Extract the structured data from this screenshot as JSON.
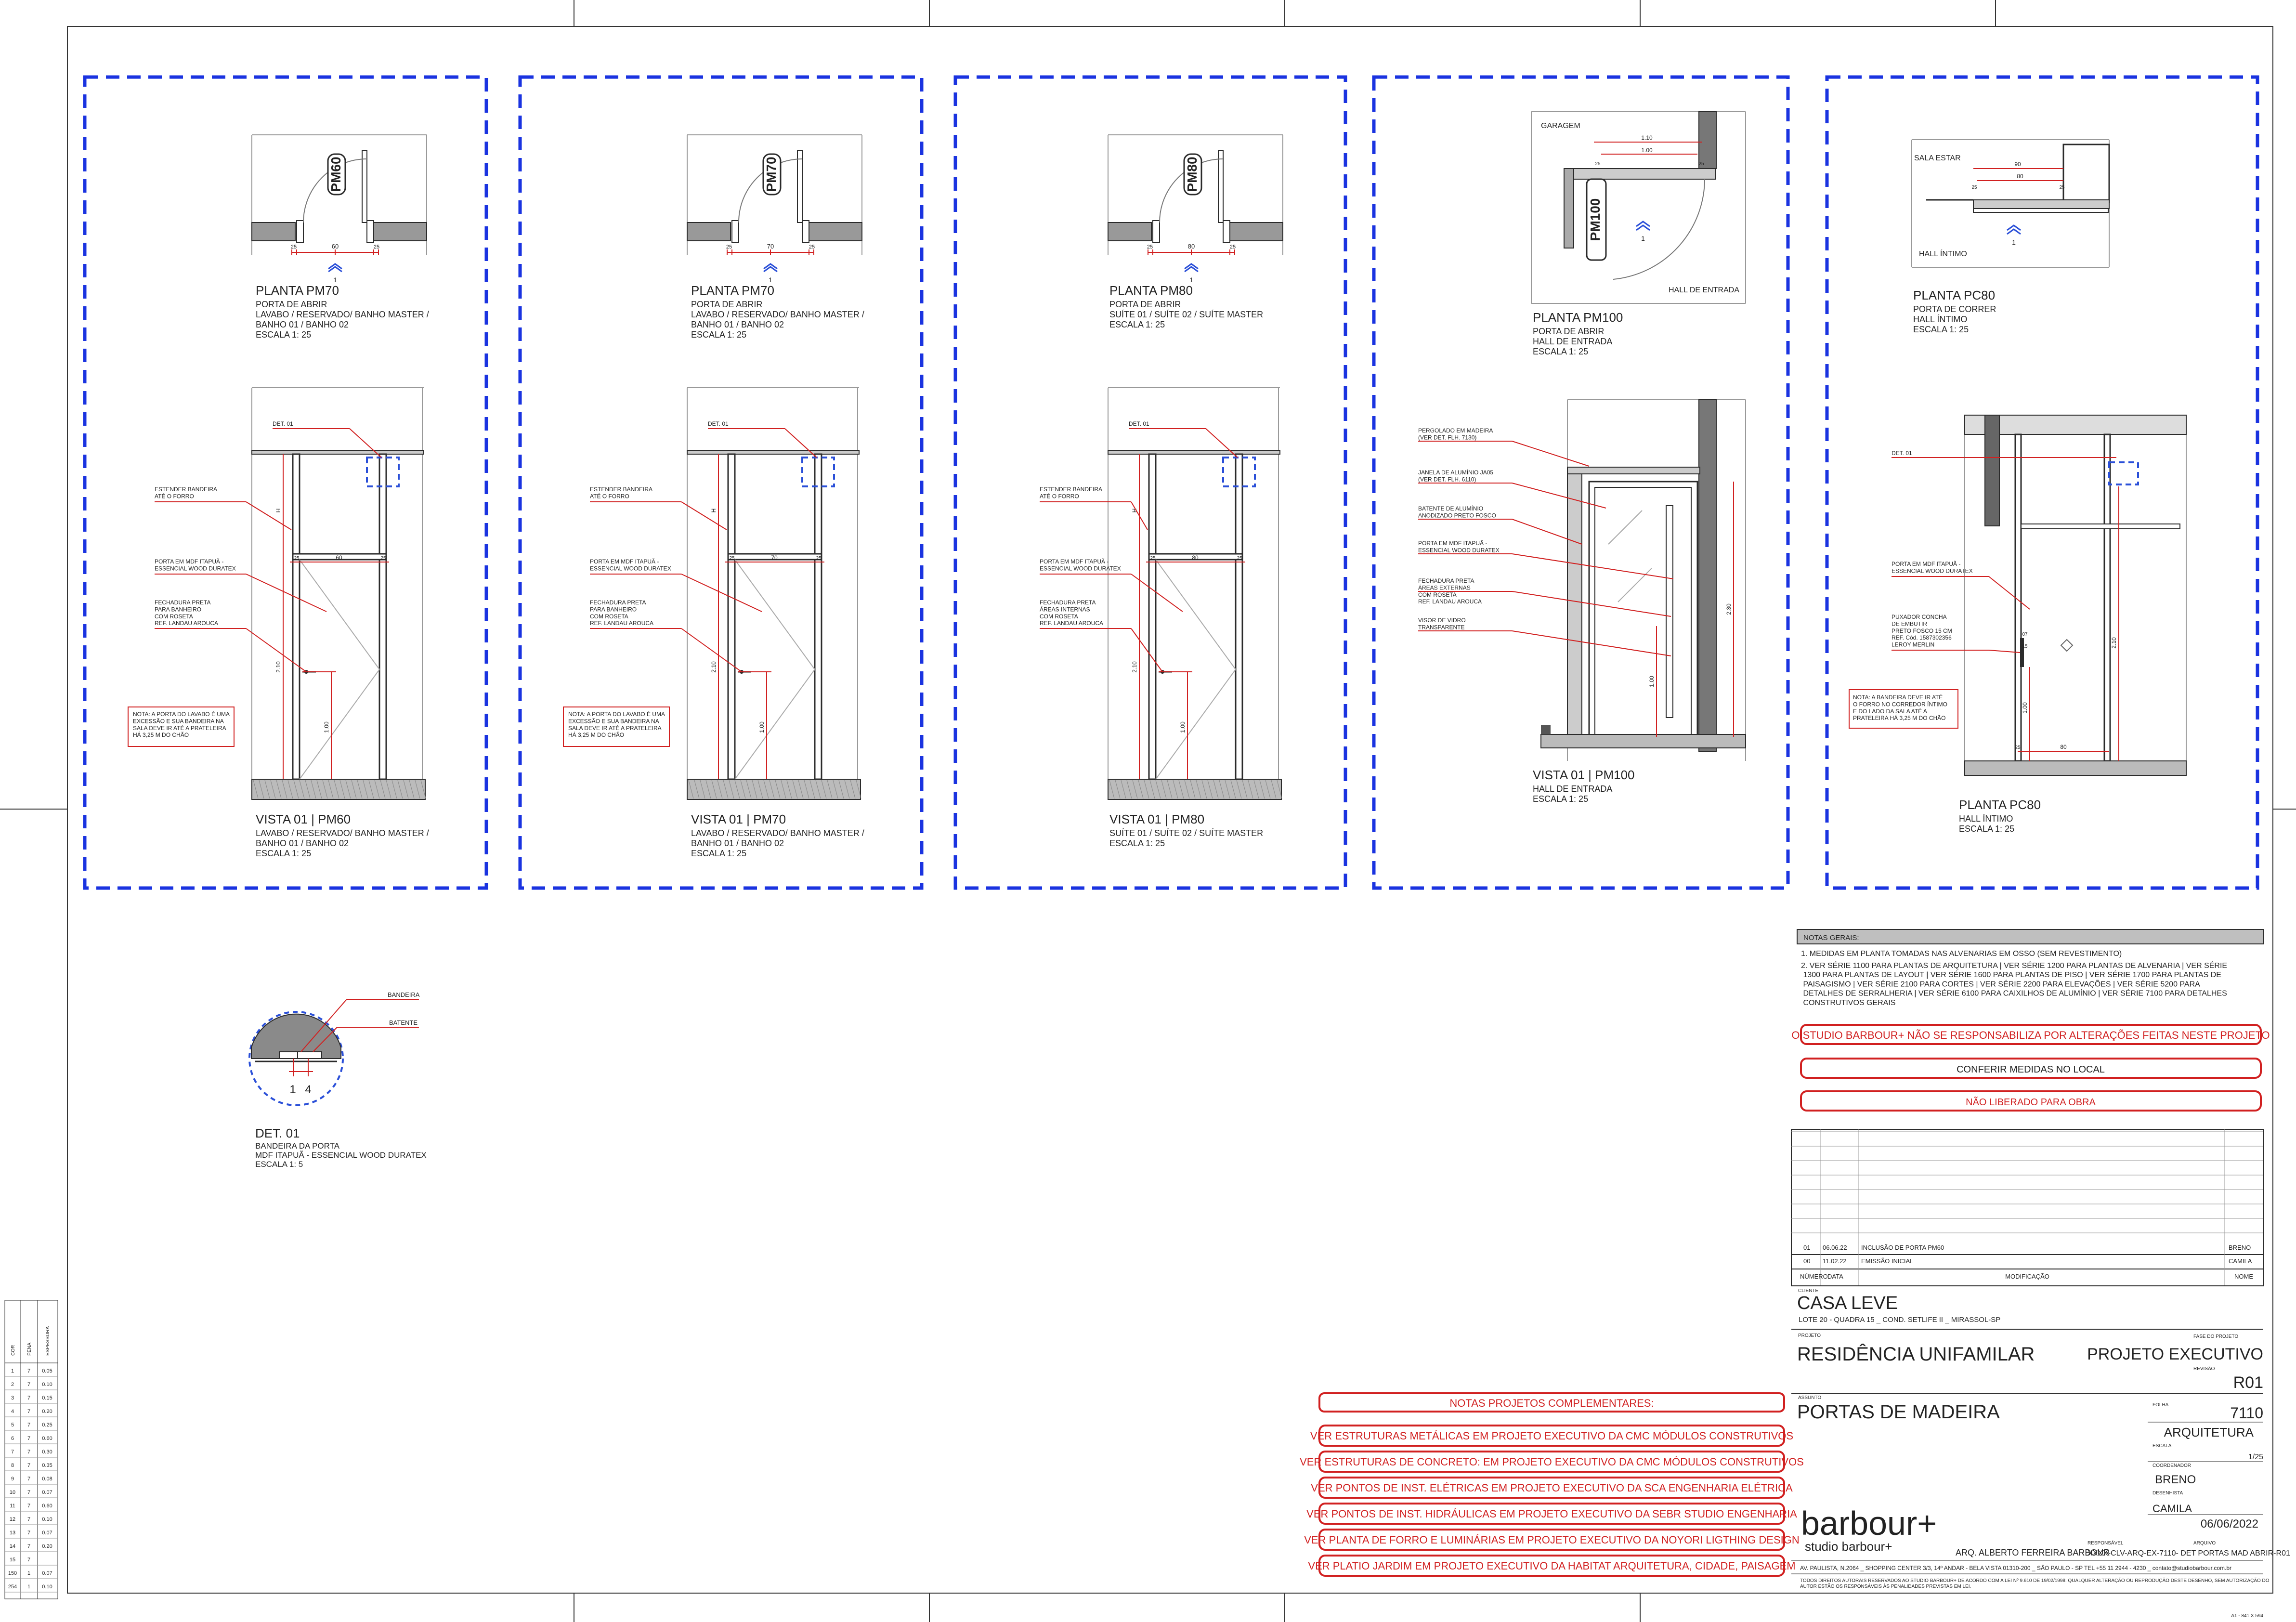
{
  "colors": {
    "frame_blue": "#1a33e0",
    "annotation_red": "#d12020",
    "line_dark": "#2b2b2b",
    "hatch_gray": "#8a8a8a"
  },
  "panels": [
    {
      "plan": {
        "tag": "PM60",
        "dims": [
          "25",
          "60",
          "25"
        ],
        "section_no": "1",
        "title": "PLANTA  PM70",
        "lines": [
          "PORTA DE ABRIR",
          "LAVABO / RESERVADO/ BANHO MASTER /",
          "BANHO 01 / BANHO 02",
          "ESCALA 1: 25"
        ]
      },
      "elev": {
        "det": "DET. 01",
        "dims": [
          "25",
          "60",
          "25"
        ],
        "h_dims": [
          "2.10",
          "1.00",
          "H"
        ],
        "labels": [
          "ESTENDER BANDEIRA\nATÉ O FORRO",
          "PORTA EM MDF ITAPUÃ -\nESSENCIAL WOOD DURATEX",
          "FECHADURA PRETA\nPARA BANHEIRO\nCOM ROSETA\nREF. LANDAU AROUCA"
        ],
        "note": "NOTA: A PORTA DO LAVABO É UMA\nEXCESSÃO E SUA BANDEIRA NA\nSALA DEVE IR ATÉ A PRATELEIRA\nHÁ 3,25 M DO CHÃO",
        "title": "VISTA 01 | PM60",
        "lines": [
          "LAVABO / RESERVADO/ BANHO MASTER /",
          "BANHO 01 / BANHO 02",
          "ESCALA 1: 25"
        ]
      }
    },
    {
      "plan": {
        "tag": "PM70",
        "dims": [
          "25",
          "70",
          "25"
        ],
        "section_no": "1",
        "title": "PLANTA  PM70",
        "lines": [
          "PORTA DE ABRIR",
          "LAVABO / RESERVADO/ BANHO MASTER /",
          "BANHO 01 / BANHO 02",
          "ESCALA 1: 25"
        ]
      },
      "elev": {
        "det": "DET. 01",
        "dims": [
          "25",
          "70",
          "25"
        ],
        "h_dims": [
          "2.10",
          "1.00",
          "H"
        ],
        "labels": [
          "ESTENDER BANDEIRA\nATÉ O FORRO",
          "PORTA EM MDF ITAPUÃ -\nESSENCIAL WOOD DURATEX",
          "FECHADURA PRETA\nPARA BANHEIRO\nCOM ROSETA\nREF. LANDAU AROUCA"
        ],
        "note": "NOTA: A PORTA DO LAVABO É UMA\nEXCESSÃO E SUA BANDEIRA NA\nSALA DEVE IR ATÉ A PRATELEIRA\nHÁ 3,25 M DO CHÃO",
        "title": "VISTA 01 | PM70",
        "lines": [
          "LAVABO / RESERVADO/ BANHO MASTER /",
          "BANHO 01 / BANHO 02",
          "ESCALA 1: 25"
        ]
      }
    },
    {
      "plan": {
        "tag": "PM80",
        "dims": [
          "25",
          "80",
          "25"
        ],
        "section_no": "1",
        "title": "PLANTA  PM80",
        "lines": [
          "PORTA DE ABRIR",
          "SUÍTE 01 / SUÍTE 02 / SUÍTE MASTER",
          "ESCALA 1: 25"
        ]
      },
      "elev": {
        "det": "DET. 01",
        "dims": [
          "25",
          "80",
          "25"
        ],
        "h_dims": [
          "2.10",
          "1.00",
          "H"
        ],
        "labels": [
          "ESTENDER BANDEIRA\nATÉ O FORRO",
          "PORTA EM MDF ITAPUÃ -\nESSENCIAL WOOD DURATEX",
          "FECHADURA PRETA\nÁREAS INTERNAS\nCOM ROSETA\nREF. LANDAU AROUCA"
        ],
        "note": "",
        "title": "VISTA 01 | PM80",
        "lines": [
          "SUÍTE 01 / SUÍTE 02 / SUÍTE MASTER",
          "ESCALA 1: 25"
        ]
      }
    },
    {
      "plan": {
        "tag": "PM100",
        "dims": [
          "1.10",
          "1.00",
          "25",
          "25"
        ],
        "room_top": "GARAGEM",
        "room_bottom": "HALL DE ENTRADA",
        "section_no": "1",
        "title": "PLANTA  PM100",
        "lines": [
          "PORTA DE ABRIR",
          "HALL DE ENTRADA",
          "ESCALA 1: 25"
        ]
      },
      "elev": {
        "h_dims": [
          "2.30",
          "1.00"
        ],
        "labels": [
          "PERGOLADO EM MADEIRA\n(VER DET. FLH. 7130)",
          "JANELA DE ALUMÍNIO JA05\n(VER DET. FLH. 6110)",
          "BATENTE DE ALUMÍNIO\nANODIZADO PRETO FOSCO",
          "PORTA EM MDF ITAPUÃ -\nESSENCIAL WOOD DURATEX",
          "FECHADURA PRETA\nÁREAS EXTERNAS\nCOM ROSETA\nREF. LANDAU AROUCA",
          "VISOR DE VIDRO\nTRANSPARENTE"
        ],
        "title": "VISTA 01 | PM100",
        "lines": [
          "HALL DE ENTRADA",
          "ESCALA 1: 25"
        ]
      }
    },
    {
      "plan": {
        "tag": "",
        "dims": [
          "90",
          "80",
          "25",
          "25"
        ],
        "room_top": "SALA ESTAR",
        "room_bottom": "HALL ÍNTIMO",
        "section_no": "1",
        "title": "PLANTA  PC80",
        "lines": [
          "PORTA DE CORRER",
          "HALL ÍNTIMO",
          "ESCALA 1: 25"
        ]
      },
      "elev": {
        "det": "DET. 01",
        "dims": [
          "25",
          "80"
        ],
        "h_dims": [
          "2.10",
          "1.00",
          "07",
          "15"
        ],
        "labels": [
          "PORTA EM MDF ITAPUÃ -\nESSENCIAL WOOD DURATEX",
          "PUXADOR CONCHA\nDE EMBUTIR\nPRETO FOSCO 15 CM\nREF. Cód. 1587302356\nLEROY MERLIN"
        ],
        "note": "NOTA: A BANDEIRA DEVE IR ATÉ\nO FORRO NO CORREDOR ÍNTIMO\nE DO LADO DA SALA ATÉ A\nPRATELEIRA HÁ 3,25 M DO CHÃO",
        "title": "PLANTA  PC80",
        "lines": [
          "HALL ÍNTIMO",
          "ESCALA 1: 25"
        ]
      }
    }
  ],
  "detail": {
    "labels": [
      "BANDEIRA",
      "BATENTE"
    ],
    "dims": [
      "1",
      "4"
    ],
    "title": "DET. 01",
    "lines": [
      "BANDEIRA DA PORTA",
      "MDF ITAPUÃ - ESSENCIAL WOOD DURATEX",
      "ESCALA 1: 5"
    ]
  },
  "notes_gerais": {
    "header": "NOTAS GERAIS:",
    "items": [
      "1.  MEDIDAS EM PLANTA TOMADAS NAS ALVENARIAS EM OSSO (SEM REVESTIMENTO)",
      "2.  VER SÉRIE 1100 PARA PLANTAS DE ARQUITETURA | VER SÉRIE 1200 PARA PLANTAS DE ALVENARIA | VER SÉRIE\n     1300 PARA PLANTAS DE LAYOUT | VER SÉRIE 1600 PARA PLANTAS DE PISO | VER SÉRIE 1700 PARA PLANTAS DE\n     PAISAGISMO | VER SÉRIE 2100 PARA CORTES | VER SÉRIE 2200 PARA ELEVAÇÕES | VER SÉRIE 5200 PARA\n     DETALHES DE SERRALHERIA | VER SÉRIE 6100 PARA CAIXILHOS DE ALUMÍNIO | VER SÉRIE 7100 PARA DETALHES\n     CONSTRUTIVOS GERAIS"
    ]
  },
  "warnings": [
    "O STUDIO BARBOUR+ NÃO SE RESPONSABILIZA POR ALTERAÇÕES FEITAS NESTE PROJETO",
    "CONFERIR MEDIDAS NO LOCAL",
    "NÃO LIBERADO PARA OBRA"
  ],
  "revisions": {
    "rows": [
      {
        "num": "01",
        "date": "06.06.22",
        "desc": "INCLUSÃO DE PORTA PM60",
        "name": "BRENO"
      },
      {
        "num": "00",
        "date": "11.02.22",
        "desc": "EMISSÃO INICIAL",
        "name": "CAMILA"
      }
    ],
    "headers": [
      "NÚMERO",
      "DATA",
      "MODIFICAÇÃO",
      "NOME"
    ]
  },
  "complementares": {
    "header": "NOTAS PROJETOS COMPLEMENTARES:",
    "items": [
      "VER ESTRUTURAS METÁLICAS EM PROJETO EXECUTIVO DA CMC MÓDULOS CONSTRUTIVOS",
      "VER ESTRUTURAS DE CONCRETO: EM PROJETO EXECUTIVO DA CMC MÓDULOS CONSTRUTIVOS",
      "VER PONTOS DE INST. ELÉTRICAS EM PROJETO EXECUTIVO DA SCA ENGENHARIA ELÉTRICA",
      "VER PONTOS DE INST. HIDRÁULICAS EM PROJETO EXECUTIVO DA SEBR STUDIO ENGENHARIA",
      "VER PLANTA DE FORRO E LUMINÁRIAS EM PROJETO EXECUTIVO DA NOYORI LIGTHING DESIGN",
      "VER PLATIO JARDIM EM PROJETO EXECUTIVO DA HABITAT ARQUITETURA, CIDADE, PAISAGEM"
    ]
  },
  "title_block": {
    "cliente_label": "CLIENTE",
    "client": "CASA LEVE",
    "address": "LOTE 20 - QUADRA 15 _ COND. SETLIFE II _ MIRASSOL-SP",
    "projeto_label": "PROJETO",
    "project": "RESIDÊNCIA UNIFAMILAR",
    "fase_label": "FASE DO PROJETO",
    "phase": "PROJETO EXECUTIVO",
    "revisao_label": "REVISÃO",
    "revision": "R01",
    "assunto_label": "ASSUNTO",
    "subject": "PORTAS DE MADEIRA",
    "folha_label": "FOLHA",
    "sheet": "7110",
    "discipline": "ARQUITETURA",
    "escala_label": "ESCALA",
    "scale": "1/25",
    "coord_label": "COORDENADOR",
    "coordinator": "BRENO",
    "desenhista_label": "DESENHISTA",
    "drafter": "CAMILA",
    "date": "06/06/2022",
    "logo_text": "barbour+",
    "logo_sub": "studio barbour+",
    "resp_label": "RESPONSÁVEL",
    "arquivo_label": "ARQUIVO",
    "architect": "ARQ. ALBERTO FERREIRA BARBOUR",
    "file": "XXXX-CLV-ARQ-EX-7110- DET PORTAS MAD ABRIR-R01",
    "contact": "AV. PAULISTA, N.2064 _ SHOPPING CENTER 3/3, 14º ANDAR - BELA VISTA    01310-200 _ SÃO PAULO - SP        TEL +55 11 2944 - 4230 _ contato@studiobarbour.com.br",
    "legal": "TODOS DIREITOS AUTORAIS RESERVADOS AO STUDIO BARBOUR+ DE ACORDO COM A LEI Nº 9.610 DE 19/02/1998. QUALQUER ALTERAÇÃO OU REPRODUÇÃO DESTE DESENHO, SEM AUTORIZAÇÃO DO\nAUTOR ESTÃO OS RESPONSÁVEIS ÀS PENALIDADES PREVISTAS EM LEI.",
    "sheet_size": "A1 - 841 X 594"
  },
  "sidebar_table": {
    "headers": [
      "COR",
      "PENA",
      "ESPESSURA"
    ],
    "rows": [
      [
        "1",
        "7",
        "0.05"
      ],
      [
        "2",
        "7",
        "0.10"
      ],
      [
        "3",
        "7",
        "0.15"
      ],
      [
        "4",
        "7",
        "0.20"
      ],
      [
        "5",
        "7",
        "0.25"
      ],
      [
        "6",
        "7",
        "0.60"
      ],
      [
        "7",
        "7",
        "0.30"
      ],
      [
        "8",
        "7",
        "0.35"
      ],
      [
        "9",
        "7",
        "0.08"
      ],
      [
        "10",
        "7",
        "0.07"
      ],
      [
        "11",
        "7",
        "0.60"
      ],
      [
        "12",
        "7",
        "0.10"
      ],
      [
        "13",
        "7",
        "0.07"
      ],
      [
        "14",
        "7",
        "0.20"
      ],
      [
        "15",
        "7",
        ""
      ],
      [
        "150",
        "1",
        "0.07"
      ],
      [
        "254",
        "1",
        "0.10"
      ]
    ]
  }
}
